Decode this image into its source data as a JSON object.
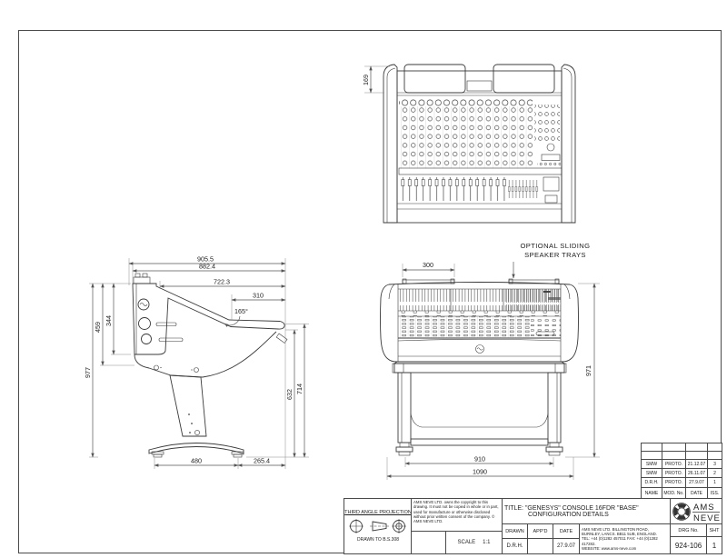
{
  "views": {
    "top": {
      "dims": {
        "tray_depth": "169"
      }
    },
    "side": {
      "dims": {
        "overall_depth": "905.5",
        "body_depth": "882.4",
        "desk_depth": "722.3",
        "armrest_depth": "310",
        "angle": "165°",
        "panel_height": "344",
        "underside_height": "459",
        "overall_height": "977",
        "knee_height": "632",
        "armrest_height": "714",
        "foot_span": "480",
        "front_overhang": "265.4"
      }
    },
    "front": {
      "label_line1": "OPTIONAL SLIDING",
      "label_line2": "SPEAKER TRAYS",
      "dims": {
        "tray_width": "300",
        "leg_span": "910",
        "overall_width": "1090",
        "overall_height": "971"
      }
    }
  },
  "revision_table": {
    "headers": {
      "name": "NAME",
      "mod": "MOD. No.",
      "date": "DATE",
      "iss": "ISS."
    },
    "rows": [
      {
        "name": "",
        "mod": "",
        "date": "",
        "iss": ""
      },
      {
        "name": "",
        "mod": "",
        "date": "",
        "iss": ""
      },
      {
        "name": "SMW",
        "mod": "PROTO.",
        "date": "21.12.07",
        "iss": "3"
      },
      {
        "name": "SMW",
        "mod": "PROTO.",
        "date": "26.11.07",
        "iss": "2"
      },
      {
        "name": "D.R.H.",
        "mod": "PROTO.",
        "date": "27.9.07",
        "iss": "1"
      }
    ]
  },
  "title_block": {
    "projection_title": "THIRD ANGLE PROJECTION",
    "projection_note": "DRAWN TO B.S.308",
    "copyright": "AMS NEVE LTD. owns the copyright to this drawing. It must not be copied in whole or in part, used for manufacture or otherwise disclosed without prior written consent of the company. © AMS NEVE LTD.",
    "scale_label": "SCALE",
    "scale_value": "1:1",
    "title_line1": "TITLE: \"GENESYS\" CONSOLE 16FDR \"BASE\"",
    "title_line2": "CONFIGURATION DETAILS",
    "drawn_header": "DRAWN",
    "appd_header": "APP'D",
    "date_header": "DATE",
    "drawn_value": "D.R.H.",
    "appd_value": "",
    "date_value": "27.9.07",
    "address_line1": "AMS NEVE LTD. BILLINGTON ROAD,",
    "address_line2": "BURNLEY, LANCS. BB11 5UB, ENGLAND.",
    "address_line3": "TEL: +44 (0)1282 457011  FAX: +44 (0)1282 417282.",
    "address_line4": "WEBSITE: www.ams-neve.com",
    "logo_top": "AMS",
    "logo_bottom": "NEVE",
    "drg_no_label": "DRG No.",
    "sht_label": "SHT",
    "drg_no_value": "924-106",
    "sht_value": "1"
  },
  "colors": {
    "line": "#3a3a3a",
    "dim": "#555555",
    "background": "#ffffff"
  }
}
